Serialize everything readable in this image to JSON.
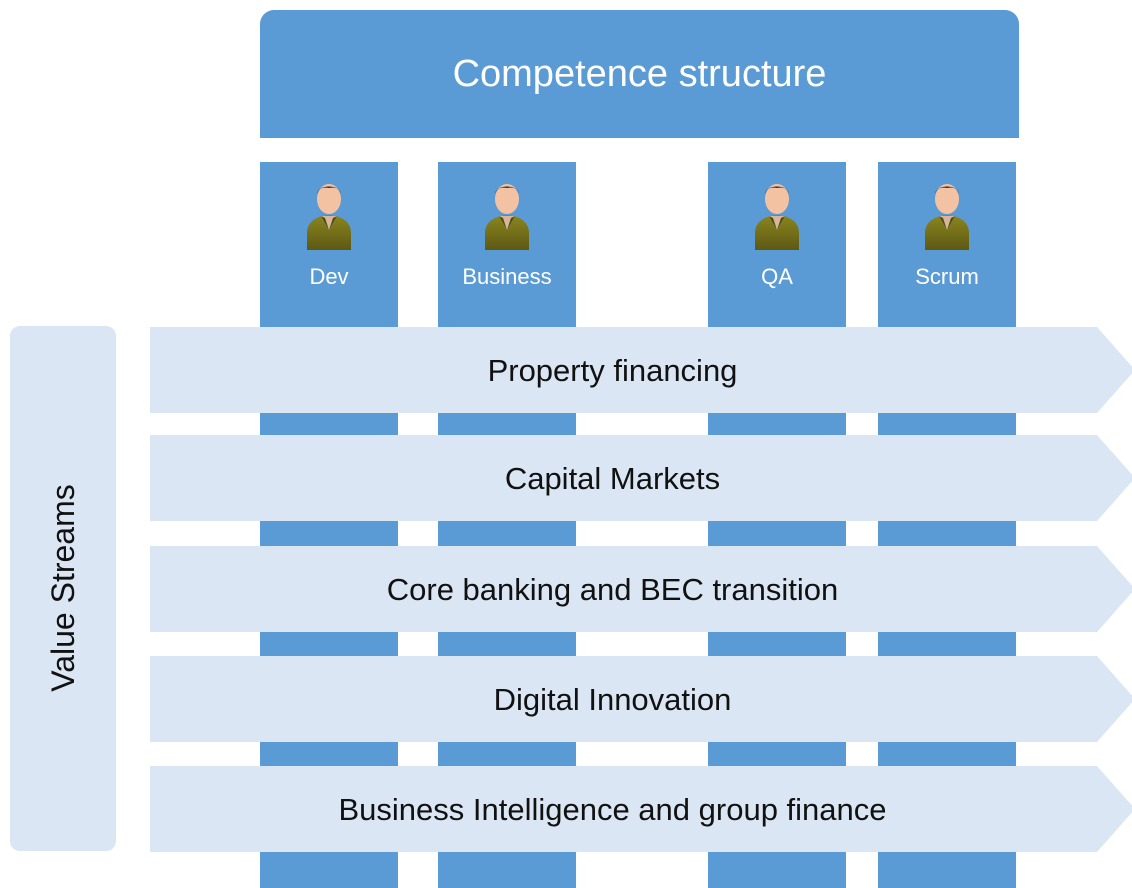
{
  "header": {
    "title": "Competence structure"
  },
  "competences": [
    {
      "label": "Dev",
      "icon": "person-icon"
    },
    {
      "label": "Business",
      "icon": "person-icon"
    },
    {
      "label": "QA",
      "icon": "person-icon"
    },
    {
      "label": "Scrum",
      "icon": "person-icon"
    }
  ],
  "side_panel": {
    "label": "Value Streams"
  },
  "value_streams": [
    {
      "label": "Property financing"
    },
    {
      "label": "Capital Markets"
    },
    {
      "label": "Core banking and BEC transition"
    },
    {
      "label": "Digital Innovation"
    },
    {
      "label": "Business Intelligence and group finance"
    }
  ],
  "colors": {
    "column_blue": "#5b9bd5",
    "stream_fill": "#dae6f3",
    "person_shirt": "#6d6a1f",
    "person_skin": "#f2c2a3",
    "person_hair": "#2d2d2d"
  }
}
